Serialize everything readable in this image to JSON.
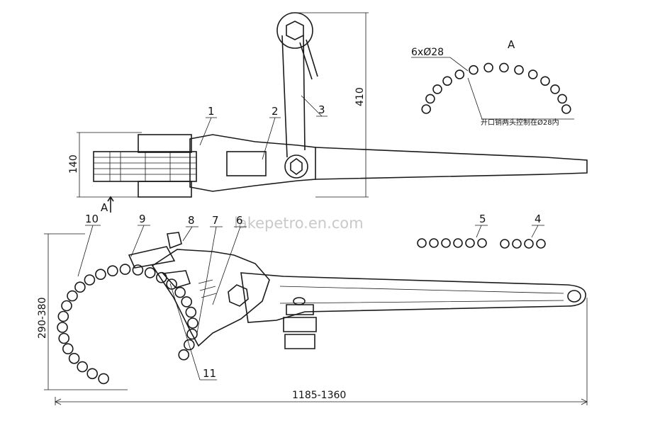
{
  "watermark": "lakepetro.en.com",
  "view_label": "A",
  "section_marker": "A",
  "dimensions": {
    "height_top": "410",
    "width_jaw": "140",
    "chain_span": "290-380",
    "overall_length": "1185-1360",
    "hole_spec": "6xØ28"
  },
  "note": "开口销两头控制在Ø28内",
  "parts": {
    "p1": "1",
    "p2": "2",
    "p3": "3",
    "p4": "4",
    "p5": "5",
    "p6": "6",
    "p7": "7",
    "p8": "8",
    "p9": "9",
    "p10": "10",
    "p11": "11"
  }
}
